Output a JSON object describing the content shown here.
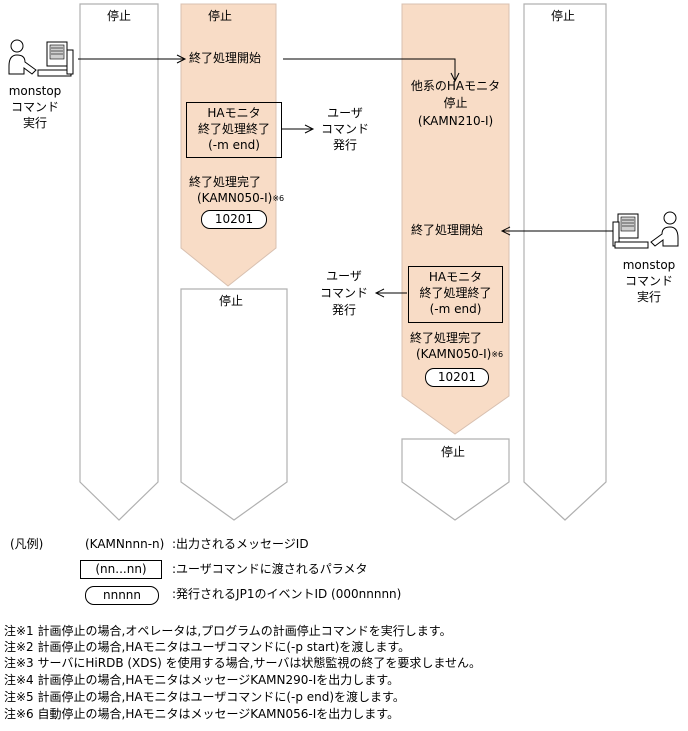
{
  "columns": {
    "col1_top": "停止",
    "col2_top": "停止",
    "col2_bottom": "停止",
    "col3_bottom": "停止",
    "col4_top": "停止"
  },
  "left_user": {
    "line1": "monstop",
    "line2": "コマンド",
    "line3": "実行"
  },
  "right_user": {
    "line1": "monstop",
    "line2": "コマンド",
    "line3": "実行"
  },
  "col2": {
    "shutdown_start": "終了処理開始",
    "ha_box_line1": "HAモニタ",
    "ha_box_line2": "終了処理終了",
    "ha_box_line3": "(-m end)",
    "user_cmd_line1": "ユーザ",
    "user_cmd_line2": "コマンド",
    "user_cmd_line3": "発行",
    "complete_line1": "終了処理完了",
    "complete_line2": "(KAMN050-I)",
    "complete_note": "※6",
    "event_id": "10201"
  },
  "col3": {
    "stop_line1": "他系のHAモニタ",
    "stop_line2": "停止",
    "stop_line3": "(KAMN210-I)",
    "shutdown_start": "終了処理開始",
    "ha_box_line1": "HAモニタ",
    "ha_box_line2": "終了処理終了",
    "ha_box_line3": "(-m end)",
    "user_cmd_line1": "ユーザ",
    "user_cmd_line2": "コマンド",
    "user_cmd_line3": "発行",
    "complete_line1": "終了処理完了",
    "complete_line2": "(KAMN050-I)",
    "complete_note": "※6",
    "event_id": "10201"
  },
  "legend": {
    "title": "(凡例)",
    "msg_key": "(KAMNnnn-n)",
    "msg_desc": ":出力されるメッセージID",
    "param_key": "(nn...nn)",
    "param_desc": ":ユーザコマンドに渡されるパラメタ",
    "event_key": "nnnnn",
    "event_desc": ":発行されるJP1のイベントID (000nnnnn)"
  },
  "notes": [
    "注※1  計画停止の場合,オペレータは,プログラムの計画停止コマンドを実行します。",
    "注※2  計画停止の場合,HAモニタはユーザコマンドに(-p start)を渡します。",
    "注※3  サーバにHiRDB (XDS) を使用する場合,サーバは状態監視の終了を要求しません。",
    "注※4  計画停止の場合,HAモニタはメッセージKAMN290-Iを出力します。",
    "注※5  計画停止の場合,HAモニタはユーザコマンドに(-p end)を渡します。",
    "注※6  自動停止の場合,HAモニタはメッセージKAMN056-Iを出力します。"
  ],
  "colors": {
    "active_fill": "#f8dcc6",
    "line": "#000000",
    "shape_stroke": "#b0b0b0"
  }
}
